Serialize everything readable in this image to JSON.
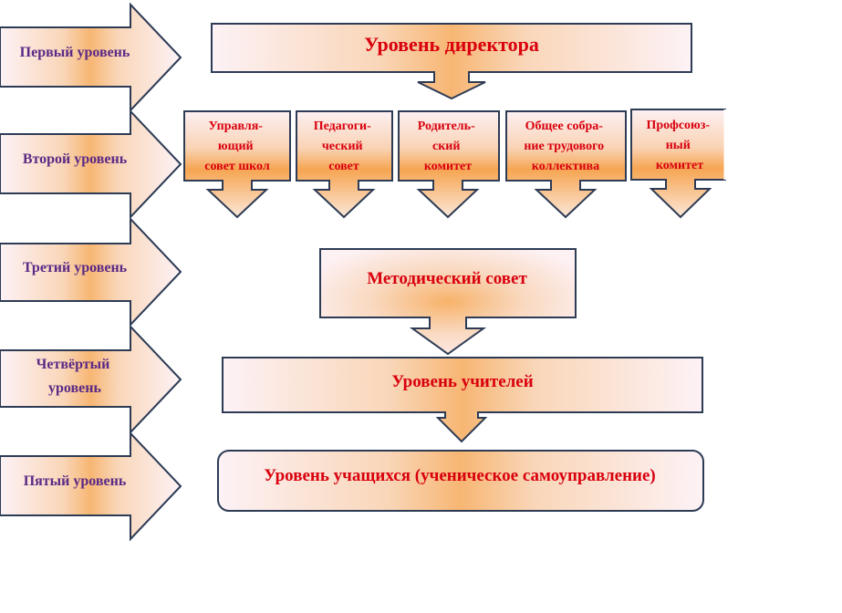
{
  "colors": {
    "stroke": "#2d3b55",
    "level_text": "#5b2a86",
    "box_text": "#d9000d",
    "fill_light": "#fdf3f4",
    "fill_peach": "#f8c89c",
    "fill_orange": "#f6a552",
    "fill_pink": "#f6cbe0"
  },
  "levels": [
    {
      "lines": [
        "Первый уровень"
      ]
    },
    {
      "lines": [
        "Второй уровень"
      ]
    },
    {
      "lines": [
        "Третий уровень"
      ]
    },
    {
      "lines": [
        "Четвёртый",
        "уровень"
      ]
    },
    {
      "lines": [
        "Пятый уровень"
      ]
    }
  ],
  "director": {
    "label": "Уровень директора"
  },
  "councils": [
    {
      "lines": [
        "Управля-",
        "ющий",
        "совет  школ"
      ]
    },
    {
      "lines": [
        "Педагоги-",
        "ческий",
        "совет"
      ]
    },
    {
      "lines": [
        "Родитель-",
        "ский",
        "комитет"
      ]
    },
    {
      "lines": [
        "Общее собра-",
        "ние трудового",
        "коллектива"
      ]
    },
    {
      "lines": [
        "Профсоюз-",
        "ный",
        "комитет"
      ]
    }
  ],
  "methodical": {
    "label": "Методический совет"
  },
  "teachers": {
    "label": "Уровень учителей"
  },
  "students": {
    "label": "Уровень учащихся (ученическое самоуправление)"
  }
}
